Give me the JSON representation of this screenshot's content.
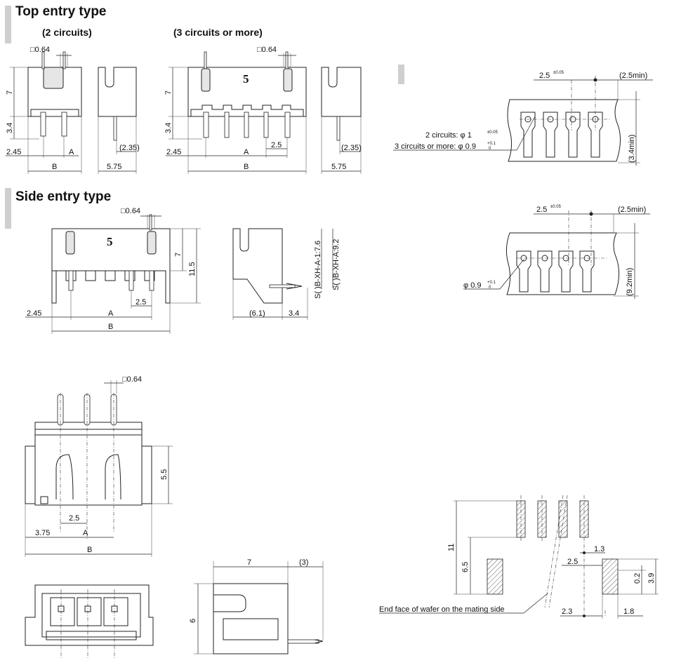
{
  "top_entry": {
    "title": "Top entry type",
    "variants": [
      "(2 circuits)",
      "(3 circuits or more)"
    ],
    "pin_square": "□0.64",
    "dims": {
      "height": "7",
      "pin": "3.4",
      "offset": "2.45",
      "A": "A",
      "B": "B",
      "depth": "5.75",
      "pin_offset": "(2.35)",
      "pitch": "2.5"
    },
    "mark": "5"
  },
  "top_pcb": {
    "pitch": "2.5",
    "pitch_tol": "±0.05",
    "min_right": "(2.5min)",
    "min_side": "(3.4min)",
    "hole_2": "2 circuits: φ 1",
    "hole_2_tol": "±0.05",
    "hole_3": "3 circuits or more: φ 0.9",
    "hole_3_tol_top": "+0.1",
    "hole_3_tol_bottom": "0"
  },
  "side_entry": {
    "title": "Side entry type",
    "pin_square": "□0.64",
    "dims": {
      "height": "7",
      "overall": "11.5",
      "offset": "2.45",
      "A": "A",
      "B": "B",
      "pitch": "2.5",
      "base": "(6.1)",
      "lead": "3.4",
      "label_a": "S( )B-XH-A-1:7.6",
      "label_b": "S( )B-XH-A:9.2"
    },
    "mark": "5"
  },
  "side_pcb": {
    "pitch": "2.5",
    "pitch_tol": "±0.05",
    "min_right": "(2.5min)",
    "min_side": "(9.2min)",
    "hole": "φ 0.9",
    "hole_tol_top": "+0.1",
    "hole_tol_bottom": "0"
  },
  "smt": {
    "pin_square": "□0.64",
    "dims": {
      "height": "5.5",
      "pitch": "2.5",
      "offset": "3.75",
      "A": "A",
      "B": "B",
      "side_w": "7",
      "side_tail": "(3)",
      "side_h": "6"
    }
  },
  "smt_pcb": {
    "dims": {
      "d11": "11",
      "d65": "6.5",
      "d13": "1.3",
      "d25": "2.5",
      "d02": "0.2",
      "d39": "3.9",
      "d23": "2.3",
      "d18": "1.8"
    },
    "note": "End face of wafer on the mating side"
  }
}
